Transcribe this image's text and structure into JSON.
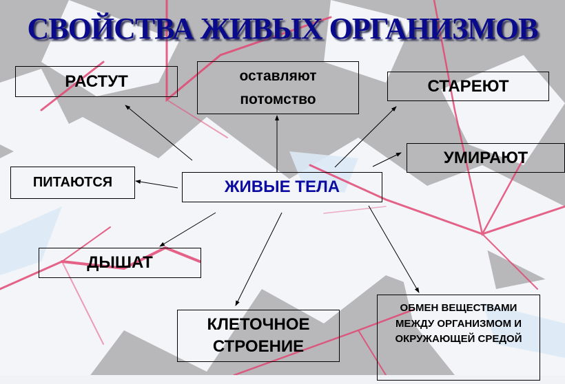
{
  "title": "СВОЙСТВА ЖИВЫХ ОРГАНИЗМОВ",
  "center": "ЖИВЫЕ ТЕЛА",
  "properties": {
    "grow": "РАСТУТ",
    "offspring": "оставляют потомство",
    "age": "СТАРЕЮТ",
    "die": "УМИРАЮТ",
    "feed": "ПИТАЮТСЯ",
    "breathe": "ДЫШАТ",
    "cells": "КЛЕТОЧНОЕ СТРОЕНИЕ",
    "metabolism": "ОБМЕН ВЕЩЕСТВАМИ МЕЖДУ ОРГАНИЗМОМ И ОКРУЖАЮЩЕЙ СРЕДОЙ"
  },
  "colors": {
    "title": "#0a0a8c",
    "center_text": "#0c0ca0",
    "accent_lines": "#e0406e"
  }
}
